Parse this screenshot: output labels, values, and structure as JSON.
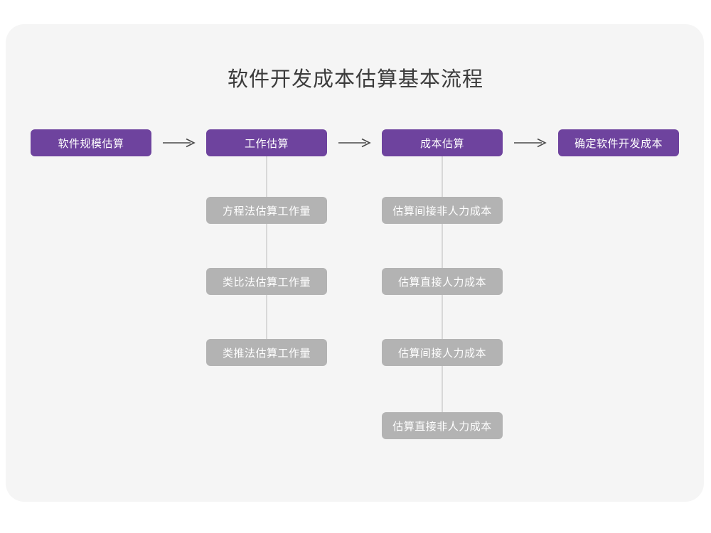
{
  "diagram": {
    "title": "软件开发成本估算基本流程",
    "type": "flowchart",
    "colors": {
      "page_background": "#ffffff",
      "card_background": "#f5f5f5",
      "primary_node": "#6e439e",
      "secondary_node": "#b3b3b3",
      "node_text": "#ffffff",
      "title_text": "#3c3c3c",
      "connector_line": "#d8d8d8",
      "arrow": "#4a4a4a"
    },
    "main_flow": [
      {
        "id": "step1",
        "label": "软件规模估算"
      },
      {
        "id": "step2",
        "label": "工作估算"
      },
      {
        "id": "step3",
        "label": "成本估算"
      },
      {
        "id": "step4",
        "label": "确定软件开发成本"
      }
    ],
    "arrows": [
      {
        "id": "arrow1",
        "glyph": "arrow-right-icon",
        "from": "step1",
        "to": "step2"
      },
      {
        "id": "arrow2",
        "glyph": "arrow-right-icon",
        "from": "step2",
        "to": "step3"
      },
      {
        "id": "arrow3",
        "glyph": "arrow-right-icon",
        "from": "step3",
        "to": "step4"
      }
    ],
    "branches": [
      {
        "parent": "step2",
        "parent_label": "工作估算",
        "items": [
          {
            "label": "方程法估算工作量"
          },
          {
            "label": "类比法估算工作量"
          },
          {
            "label": "类推法估算工作量"
          }
        ]
      },
      {
        "parent": "step3",
        "parent_label": "成本估算",
        "items": [
          {
            "label": "估算间接非人力成本"
          },
          {
            "label": "估算直接人力成本"
          },
          {
            "label": "估算间接人力成本"
          },
          {
            "label": "估算直接非人力成本"
          }
        ]
      }
    ]
  }
}
